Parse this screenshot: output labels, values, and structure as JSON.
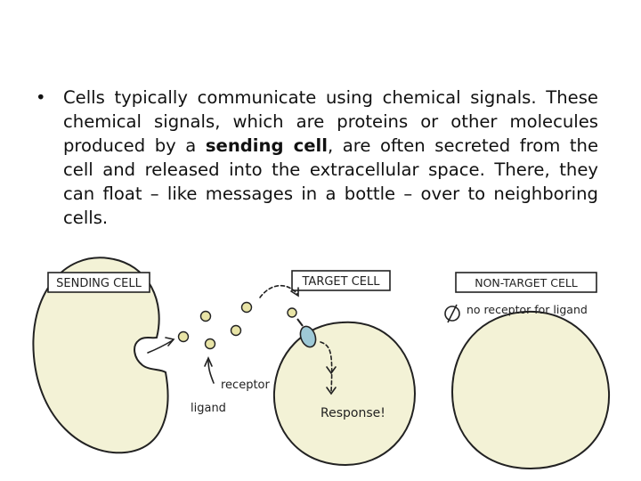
{
  "slide": {
    "bullet_symbol": "•",
    "text_parts": [
      "Cells typically communicate using chemical signals. These chemical signals, which are proteins or other molecules produced by a ",
      "sending cell",
      ", are often secreted from the cell and released into the extracellular space. There, they can float – like messages in a bottle – over to neighboring cells."
    ]
  },
  "diagram": {
    "labels": {
      "sending_cell": "SENDING CELL",
      "target_cell": "TARGET CELL",
      "non_target_cell": "NON-TARGET CELL",
      "receptor": "receptor",
      "ligand": "ligand",
      "response": "Response!",
      "no_receptor": "no receptor for ligand"
    },
    "colors": {
      "cell_fill": "#f3f2d6",
      "ligand_fill": "#e8e4a6",
      "receptor_fill": "#9ec9d6",
      "ink": "#222222"
    }
  }
}
